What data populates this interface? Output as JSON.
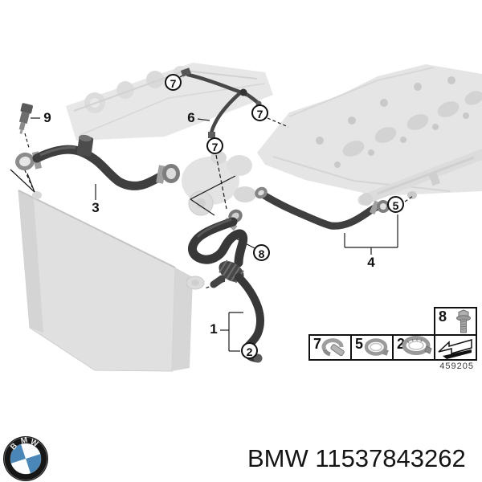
{
  "diagram": {
    "callouts": {
      "n9": {
        "label": "9"
      },
      "n3": {
        "label": "3"
      },
      "n6": {
        "label": "6"
      },
      "n1": {
        "label": "1"
      },
      "n4": {
        "label": "4"
      },
      "c7a": {
        "label": "7"
      },
      "c7b": {
        "label": "7"
      },
      "c7c": {
        "label": "7"
      },
      "c5": {
        "label": "5"
      },
      "c8": {
        "label": "8"
      },
      "c2": {
        "label": "2"
      }
    },
    "legend": {
      "bolt_cell": {
        "label": "8",
        "icon": "hex-flange-bolt-icon"
      },
      "cells": [
        {
          "label": "7",
          "icon": "retaining-clip-icon"
        },
        {
          "label": "5",
          "icon": "hose-clamp-small-icon"
        },
        {
          "label": "2",
          "icon": "hose-clamp-large-icon"
        },
        {
          "label": "",
          "icon": "direction-arrow-icon"
        }
      ],
      "figure_number": "459205"
    },
    "colors": {
      "hose": "#3a3a3a",
      "faded_part": "#e5e5e5"
    }
  },
  "footer": {
    "brand": "BMW",
    "part_number": "11537843262",
    "logo_letters": "BMW",
    "logo_blue": "#4a86b8"
  }
}
